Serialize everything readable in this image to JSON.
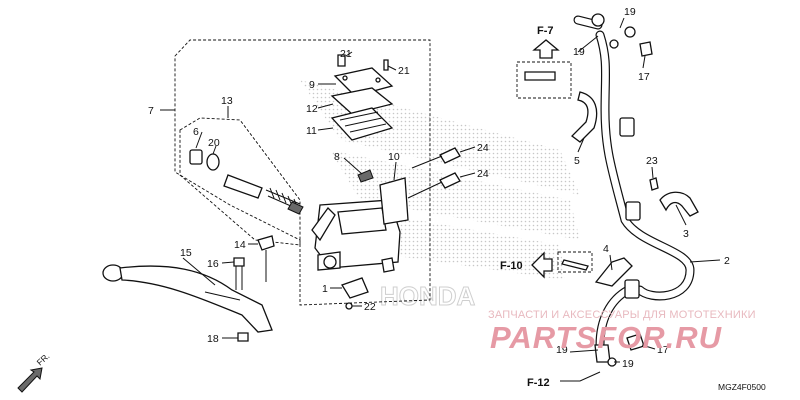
{
  "diagram": {
    "code": "MGZ4F0500",
    "direction_label": "FR.",
    "refs": [
      "F-7",
      "F-10",
      "F-12"
    ],
    "watermark": {
      "subtitle": "ЗАПЧАСТИ И АКСЕССУАРЫ ДЛЯ МОТОТЕХНИКИ",
      "main": "PARTSFOR.RU",
      "brand": "HONDA"
    },
    "callouts": [
      {
        "id": "7",
        "text": "7"
      },
      {
        "id": "13",
        "text": "13"
      },
      {
        "id": "6",
        "text": "6"
      },
      {
        "id": "20",
        "text": "20"
      },
      {
        "id": "21a",
        "text": "21"
      },
      {
        "id": "21b",
        "text": "21"
      },
      {
        "id": "9",
        "text": "9"
      },
      {
        "id": "12",
        "text": "12"
      },
      {
        "id": "11",
        "text": "11"
      },
      {
        "id": "8",
        "text": "8"
      },
      {
        "id": "10",
        "text": "10"
      },
      {
        "id": "24a",
        "text": "24"
      },
      {
        "id": "24b",
        "text": "24"
      },
      {
        "id": "14",
        "text": "14"
      },
      {
        "id": "15",
        "text": "15"
      },
      {
        "id": "16",
        "text": "16"
      },
      {
        "id": "1",
        "text": "1"
      },
      {
        "id": "22",
        "text": "22"
      },
      {
        "id": "18",
        "text": "18"
      },
      {
        "id": "19a",
        "text": "19"
      },
      {
        "id": "19b",
        "text": "19"
      },
      {
        "id": "17a",
        "text": "17"
      },
      {
        "id": "5",
        "text": "5"
      },
      {
        "id": "23",
        "text": "23"
      },
      {
        "id": "3",
        "text": "3"
      },
      {
        "id": "4",
        "text": "4"
      },
      {
        "id": "2",
        "text": "2"
      },
      {
        "id": "19c",
        "text": "19"
      },
      {
        "id": "17b",
        "text": "17"
      },
      {
        "id": "19d",
        "text": "19"
      }
    ]
  }
}
